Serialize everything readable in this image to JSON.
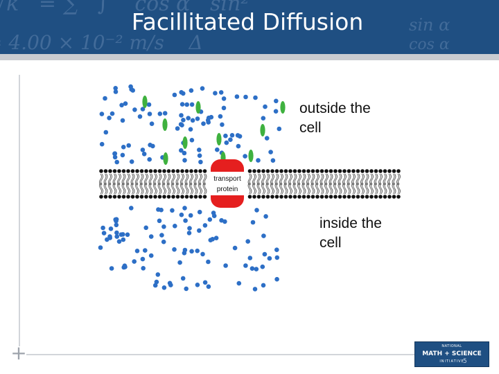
{
  "slide": {
    "title": "Facillitated Diffusion",
    "page_number": "5"
  },
  "diagram": {
    "protein_label_line1": "transport",
    "protein_label_line2": "protein",
    "outside_label": "outside the\ncell",
    "inside_label": "inside the\ncell",
    "colors": {
      "header": "#1f4f82",
      "blue_molecule": "#2d6fc6",
      "green_molecule": "#3fb13f",
      "protein": "#e51f1f",
      "membrane": "#111111"
    }
  },
  "logo": {
    "line1": "NATIONAL",
    "line2": "MATH + SCIENCE",
    "line3": "INITIATIVE"
  }
}
